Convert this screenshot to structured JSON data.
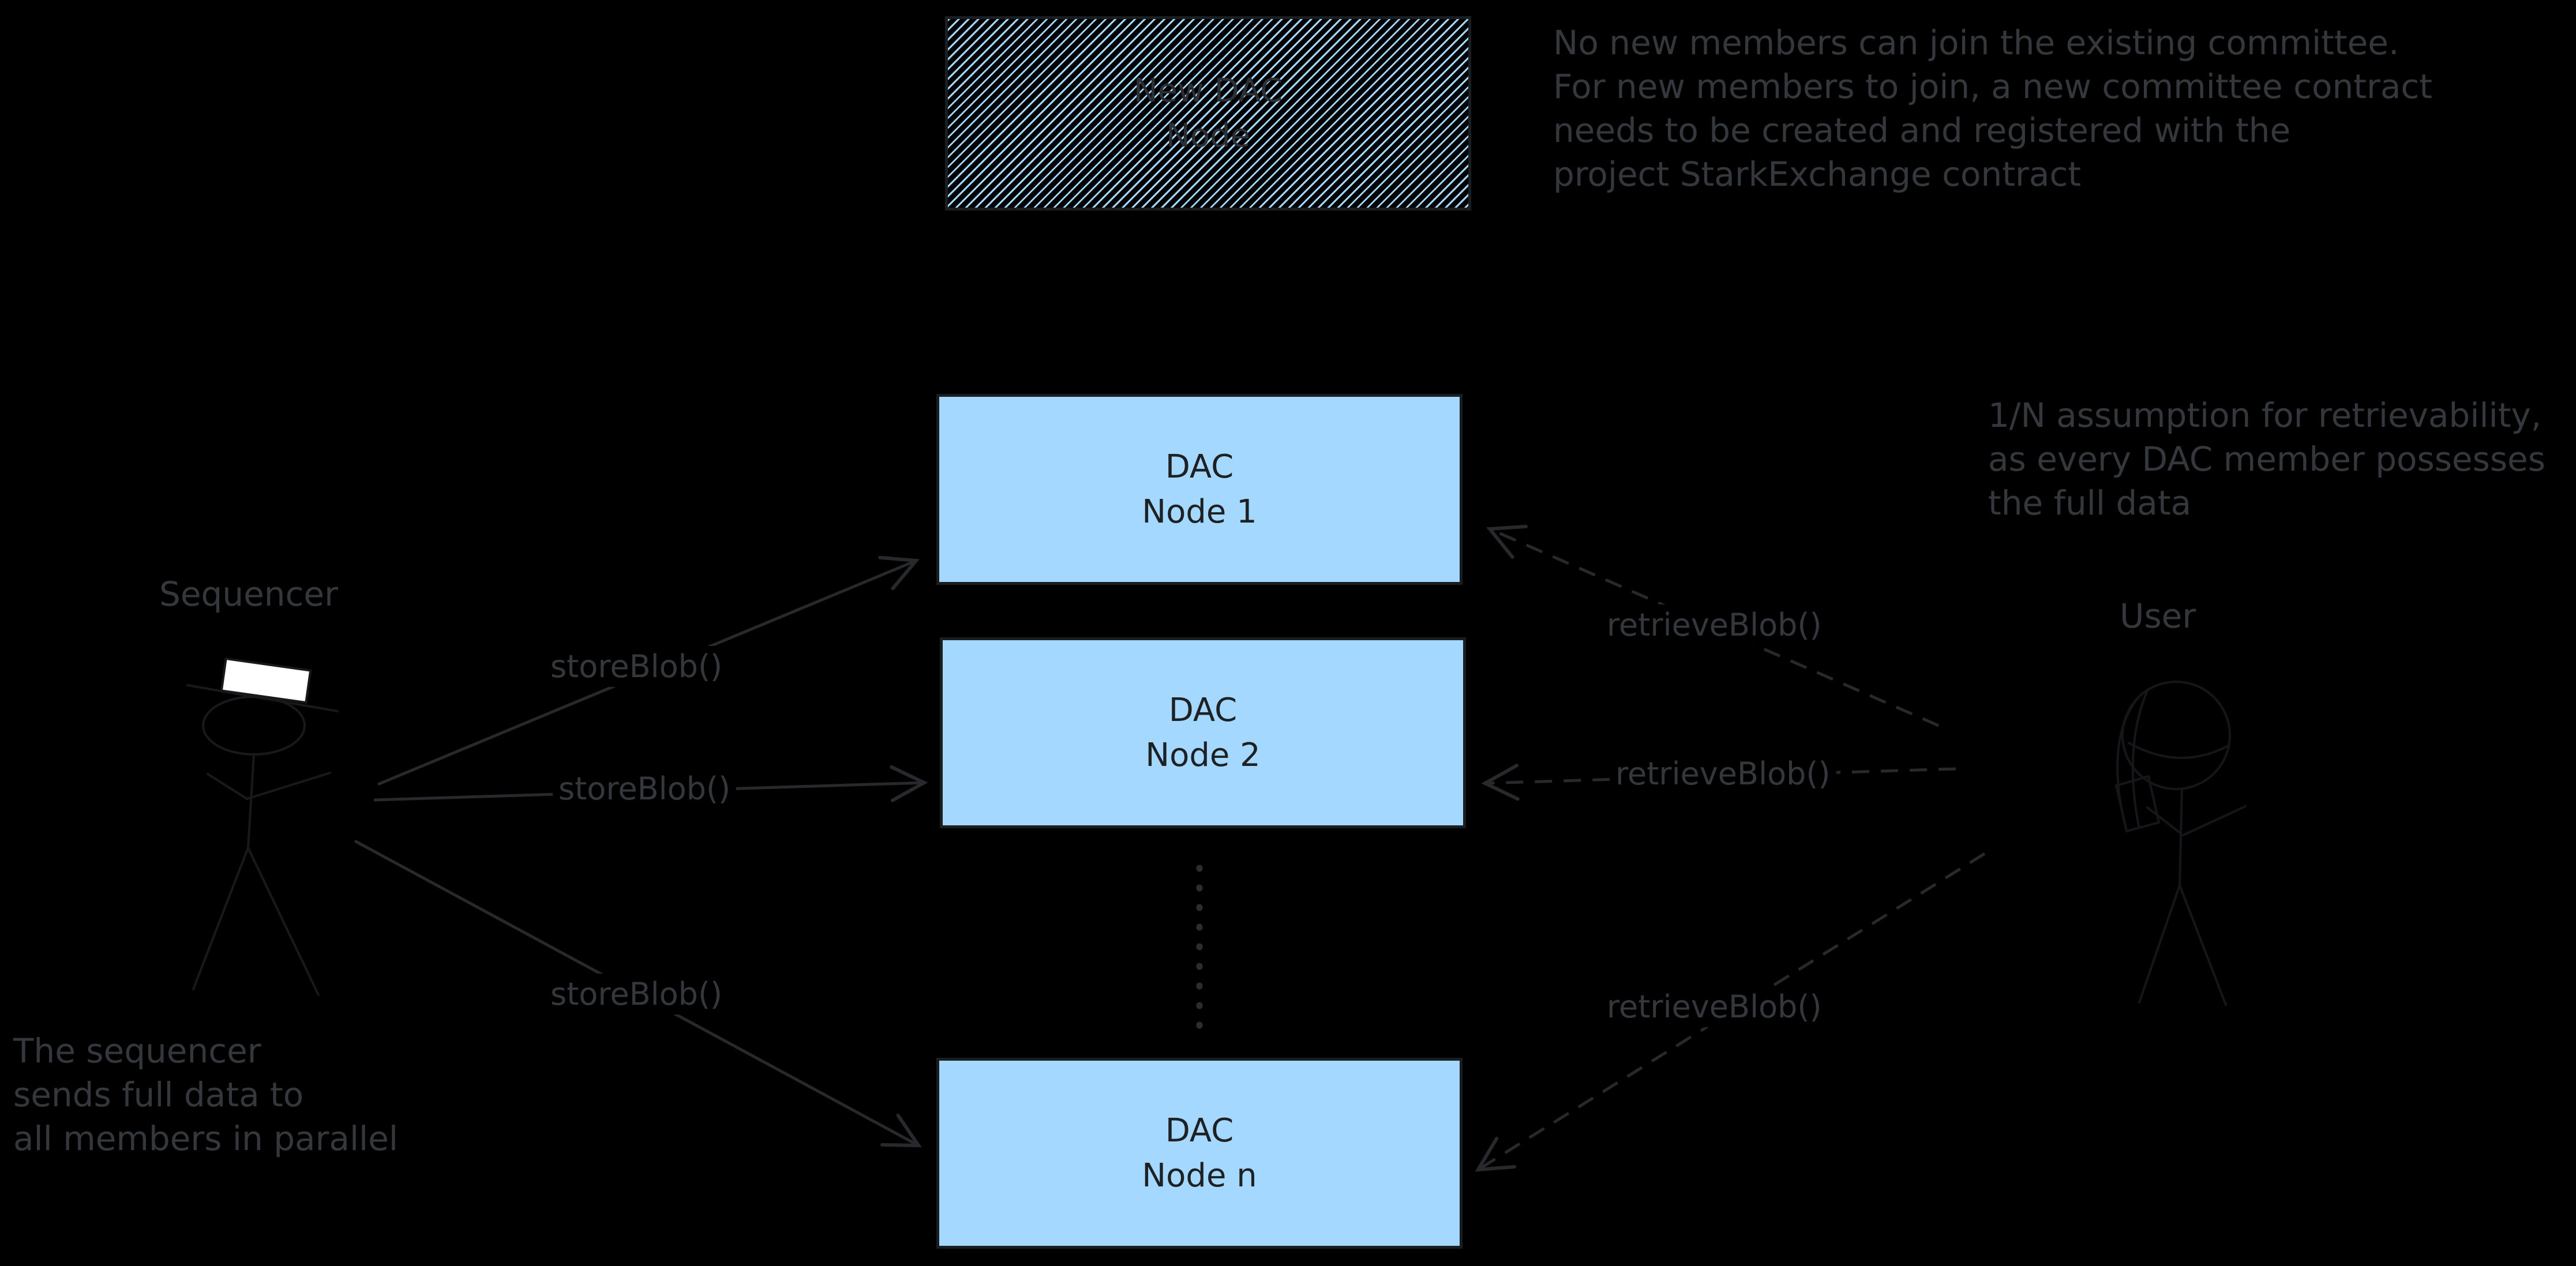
{
  "colors": {
    "background": "#000000",
    "node_fill": "#a5d8ff",
    "node_border": "#1b1e21",
    "node_text": "#1e2124",
    "annotation_text": "#34383c",
    "connector": "#27292c",
    "figure_stroke": "#17191b",
    "hat_fill": "#ffffff"
  },
  "nodes": {
    "new_dac_node": {
      "line1": "New DAC",
      "line2": "Node"
    },
    "dac_nodes": [
      {
        "line1": "DAC",
        "line2": "Node 1"
      },
      {
        "line1": "DAC",
        "line2": "Node 2"
      },
      {
        "line1": "DAC",
        "line2": "Node n"
      }
    ]
  },
  "actors": {
    "sequencer": {
      "label": "Sequencer"
    },
    "user": {
      "label": "User"
    }
  },
  "annotations": {
    "top_right": [
      "No new members can join the existing committee.",
      "For new members to join, a new committee contract",
      "needs to be created and registered with the",
      "project StarkExchange contract"
    ],
    "right_note": [
      "1/N assumption for retrievability,",
      "as every DAC member possesses",
      "the full data"
    ],
    "bottom_left": [
      "The sequencer",
      "sends full data to",
      "all members in parallel"
    ]
  },
  "edges": {
    "store_labels": [
      "storeBlob()",
      "storeBlob()",
      "storeBlob()"
    ],
    "retrieve_labels": [
      "retrieveBlob()",
      "retrieveBlob()",
      "retrieveBlob()"
    ]
  }
}
